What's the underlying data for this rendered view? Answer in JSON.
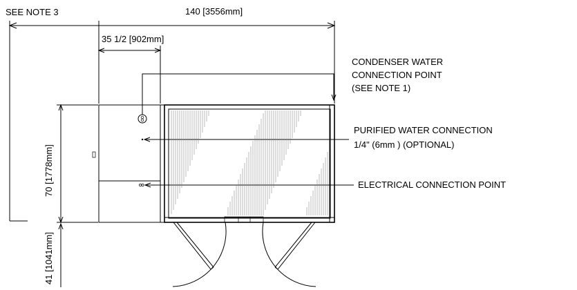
{
  "notes": {
    "see_note_3": "SEE NOTE 3"
  },
  "dimensions": {
    "overall_width": "140 [3556mm]",
    "section_width": "35 1/2 [902mm]",
    "height": "70 [1778mm]",
    "door_clearance": "41 [1041mm]"
  },
  "callouts": {
    "condenser_line1": "CONDENSER WATER",
    "condenser_line2": "CONNECTION POINT",
    "condenser_line3": "(SEE NOTE 1)",
    "purified_line1": "PURIFIED WATER CONNECTION",
    "purified_line2": "1/4\"   (6mm  ) (OPTIONAL)",
    "electrical": "ELECTRICAL CONNECTION POINT"
  },
  "colors": {
    "line": "#000000",
    "background": "#ffffff"
  }
}
